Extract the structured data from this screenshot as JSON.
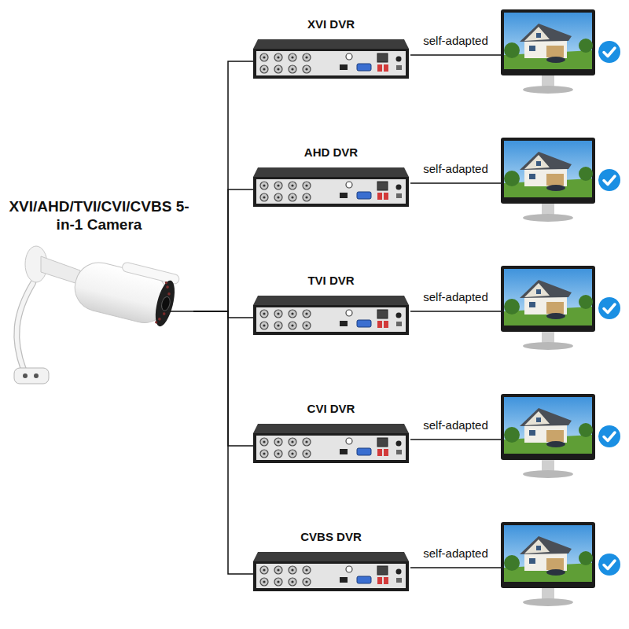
{
  "diagram": {
    "nodes": [
      {
        "text": [
          "XVI/AHD/TVI/CVI/CVBS 5-in-1 Camera"
        ]
      },
      {
        "text": [
          "XVI DVR"
        ]
      },
      {
        "text": [
          "AHD DVR"
        ]
      },
      {
        "text": [
          "TVI DVR"
        ]
      },
      {
        "text": [
          "CVI DVR"
        ]
      },
      {
        "text": [
          "CVBS DVR"
        ]
      }
    ],
    "edges": [
      {
        "from": 0,
        "to": 1,
        "arrow": "none"
      },
      {
        "from": 0,
        "to": 2,
        "arrow": "none"
      },
      {
        "from": 0,
        "to": 3,
        "arrow": "none"
      },
      {
        "from": 0,
        "to": 4,
        "arrow": "none"
      },
      {
        "from": 0,
        "to": 5,
        "arrow": "none"
      }
    ],
    "labels": [
      "self-adapted",
      "self-adapted",
      "self-adapted",
      "self-adapted",
      "self-adapted"
    ]
  }
}
